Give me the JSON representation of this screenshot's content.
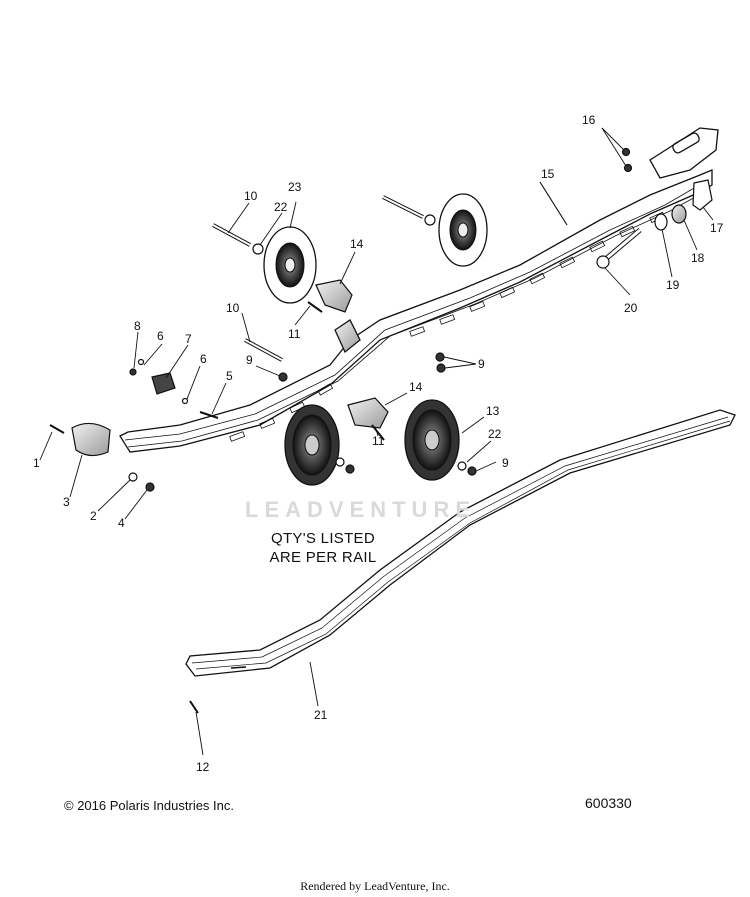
{
  "callouts": [
    {
      "id": "c1",
      "text": "1"
    },
    {
      "id": "c2",
      "text": "2"
    },
    {
      "id": "c3",
      "text": "3"
    },
    {
      "id": "c4",
      "text": "4"
    },
    {
      "id": "c5",
      "text": "5"
    },
    {
      "id": "c6a",
      "text": "6"
    },
    {
      "id": "c6b",
      "text": "6"
    },
    {
      "id": "c7",
      "text": "7"
    },
    {
      "id": "c8",
      "text": "8"
    },
    {
      "id": "c9a",
      "text": "9"
    },
    {
      "id": "c9b",
      "text": "9"
    },
    {
      "id": "c9c",
      "text": "9"
    },
    {
      "id": "c10a",
      "text": "10"
    },
    {
      "id": "c10b",
      "text": "10"
    },
    {
      "id": "c11a",
      "text": "11"
    },
    {
      "id": "c11b",
      "text": "11"
    },
    {
      "id": "c12",
      "text": "12"
    },
    {
      "id": "c13",
      "text": "13"
    },
    {
      "id": "c14a",
      "text": "14"
    },
    {
      "id": "c14b",
      "text": "14"
    },
    {
      "id": "c15",
      "text": "15"
    },
    {
      "id": "c16",
      "text": "16"
    },
    {
      "id": "c17",
      "text": "17"
    },
    {
      "id": "c18",
      "text": "18"
    },
    {
      "id": "c19",
      "text": "19"
    },
    {
      "id": "c20",
      "text": "20"
    },
    {
      "id": "c21",
      "text": "21"
    },
    {
      "id": "c22a",
      "text": "22"
    },
    {
      "id": "c22b",
      "text": "22"
    },
    {
      "id": "c23",
      "text": "23"
    }
  ],
  "note": {
    "line1": "QTY'S LISTED",
    "line2": "ARE PER RAIL"
  },
  "watermark": "LEADVENTURE",
  "copyright": "© 2016 Polaris Industries Inc.",
  "diagram_id": "600330",
  "footer": "Rendered by LeadVenture, Inc."
}
